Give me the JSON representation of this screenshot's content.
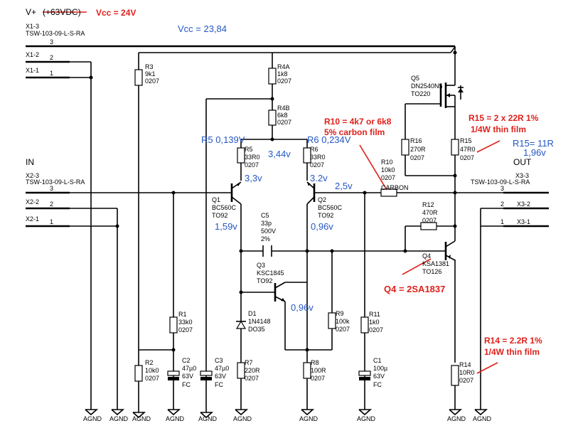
{
  "rail": {
    "label": "V+",
    "label_struck": "(+63VDC)"
  },
  "connectors": [
    {
      "ref": "X1-3",
      "part": "TSW-103-09-L-S-RA",
      "pin": "3"
    },
    {
      "ref": "X1-2",
      "pin": "2"
    },
    {
      "ref": "X1-1",
      "pin": "1"
    },
    {
      "ref": "X2-3",
      "part": "TSW-103-09-L-S-RA",
      "pin": "3",
      "title": "IN"
    },
    {
      "ref": "X2-2",
      "pin": "2"
    },
    {
      "ref": "X2-1",
      "pin": "1"
    },
    {
      "ref": "X3-3",
      "part": "TSW-103-09-L-S-RA",
      "pin": "3",
      "title": "OUT"
    },
    {
      "ref": "X3-2",
      "pin": "2"
    },
    {
      "ref": "X3-1",
      "pin": "1"
    }
  ],
  "resistors": [
    {
      "ref": "R3",
      "value": "9k1",
      "pkg": "0207"
    },
    {
      "ref": "R4A",
      "value": "1k8",
      "pkg": "0207"
    },
    {
      "ref": "R4B",
      "value": "6k8",
      "pkg": "0207"
    },
    {
      "ref": "R5",
      "value": "33R0",
      "pkg": "0207"
    },
    {
      "ref": "R6",
      "value": "33R0",
      "pkg": "0207"
    },
    {
      "ref": "R10",
      "value": "10k0",
      "pkg": "0207",
      "extra": "CARBON"
    },
    {
      "ref": "R16",
      "value": "270R",
      "pkg": "0207"
    },
    {
      "ref": "R15",
      "value": "47R0",
      "pkg": "0207"
    },
    {
      "ref": "R12",
      "value": "470R",
      "pkg": "0207"
    },
    {
      "ref": "R1",
      "value": "33k0",
      "pkg": "0207"
    },
    {
      "ref": "R2",
      "value": "10k0",
      "pkg": "0207"
    },
    {
      "ref": "R7",
      "value": "220R",
      "pkg": "0207"
    },
    {
      "ref": "R8",
      "value": "100R",
      "pkg": "0207"
    },
    {
      "ref": "R9",
      "value": "100k",
      "pkg": "0207"
    },
    {
      "ref": "R11",
      "value": "1k0",
      "pkg": "0207"
    },
    {
      "ref": "R14",
      "value": "10R0",
      "pkg": "0207"
    }
  ],
  "capacitors": [
    {
      "ref": "C5",
      "value": "33p",
      "voltage": "500V",
      "tol": "2%"
    },
    {
      "ref": "C2",
      "value": "47µ0",
      "voltage": "63V",
      "type": "FC"
    },
    {
      "ref": "C3",
      "value": "47µ0",
      "voltage": "63V",
      "type": "FC"
    },
    {
      "ref": "C1",
      "value": "100µ",
      "voltage": "63V",
      "type": "FC"
    }
  ],
  "transistors": [
    {
      "ref": "Q1",
      "part": "BC560C",
      "pkg": "TO92"
    },
    {
      "ref": "Q2",
      "part": "BC560C",
      "pkg": "TO92"
    },
    {
      "ref": "Q3",
      "part": "KSC1845",
      "pkg": "TO92"
    },
    {
      "ref": "Q4",
      "part": "KSA1381",
      "pkg": "TO126"
    },
    {
      "ref": "Q5",
      "part": "DN2540N5",
      "pkg": "TO220"
    }
  ],
  "diode": {
    "ref": "D1",
    "part": "1N4148",
    "pkg": "DO35"
  },
  "ground_label": "AGND",
  "voltages": {
    "vcc_measured": "Vcc = 23,84",
    "r5": "R5 0,139V",
    "r6": "R6 0,234V",
    "tail": "3,44v",
    "q1b": "3,3v",
    "q2b": "3.2v",
    "in_node": "2,5v",
    "q1c": "1,59v",
    "q2c": "0,96v",
    "q3b": "0,96v",
    "r15": "R15= 11R",
    "r15v": "1,96v"
  },
  "notes": {
    "vcc": "Vcc = 24V",
    "r10_1": "R10 = 4k7 or 6k8",
    "r10_2": "5% carbon film",
    "r15_1": "R15 = 2 x 22R 1%",
    "r15_2": "1/4W thin film",
    "q4": "Q4 = 2SA1837",
    "r14_1": "R14 = 2.2R 1%",
    "r14_2": "1/4W thin film"
  },
  "colors": {
    "annotation_red": "#e0201b",
    "measure_blue": "#2457c4"
  }
}
